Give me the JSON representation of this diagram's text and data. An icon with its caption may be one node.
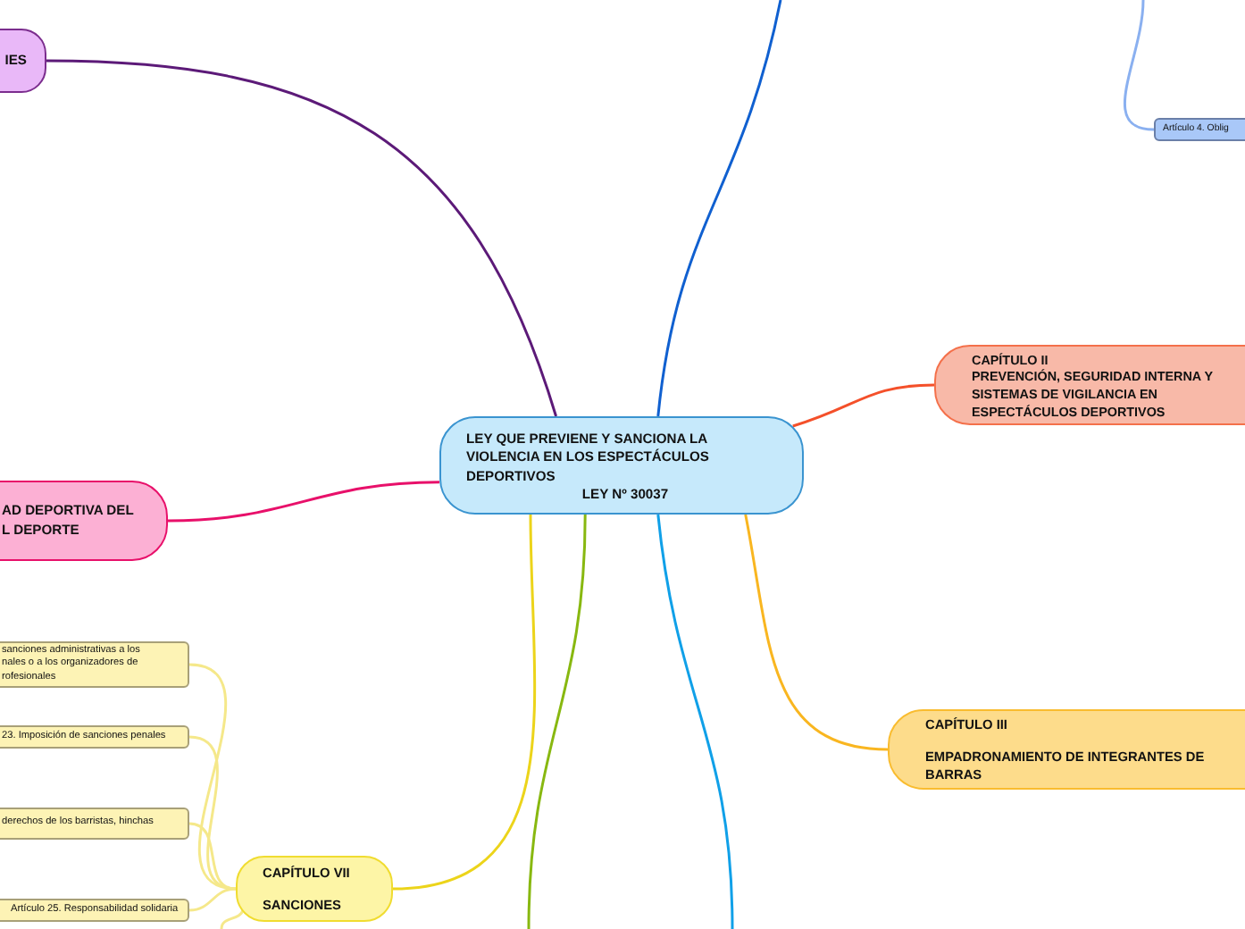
{
  "diagram": {
    "nodes": [
      {
        "text": [
          "LEY QUE PREVIENE Y SANCIONA LA VIOLENCIA EN LOS ESPECTÁCULOS DEPORTIVOS",
          "LEY Nº 30037"
        ]
      },
      {
        "text": [
          "IES"
        ]
      },
      {
        "text": [
          "CAPÍTULO II",
          "PREVENCIÓN, SEGURIDAD INTERNA Y SISTEMAS DE VIGILANCIA EN ESPECTÁCULOS DEPORTIVOS"
        ]
      },
      {
        "text": [
          "Artículo 4. Oblig"
        ]
      },
      {
        "text": [
          "AD DEPORTIVA DEL L DEPORTE"
        ]
      },
      {
        "text": [
          "CAPÍTULO III",
          "EMPADRONAMIENTO DE INTEGRANTES DE BARRAS"
        ]
      },
      {
        "text": [
          "CAPÍTULO VII",
          "SANCIONES"
        ]
      },
      {
        "text": [
          "sanciones administrativas a los nales o a los organizadores de rofesionales"
        ]
      },
      {
        "text": [
          "23. Imposición de sanciones penales"
        ]
      },
      {
        "text": [
          "derechos de los barristas, hinchas"
        ]
      },
      {
        "text": [
          "Artículo 25. Responsabilidad solidaria"
        ]
      }
    ],
    "edges": [
      {
        "from": 0,
        "to": 1,
        "arrow": "none",
        "color": "#5c1a78"
      },
      {
        "from": 0,
        "to": null,
        "arrow": "none",
        "color": "#1060d0"
      },
      {
        "from": 0,
        "to": 2,
        "arrow": "none",
        "color": "#f4502a"
      },
      {
        "from": 0,
        "to": 4,
        "arrow": "none",
        "color": "#e8106a"
      },
      {
        "from": 0,
        "to": 5,
        "arrow": "none",
        "color": "#f9b620"
      },
      {
        "from": 0,
        "to": 6,
        "arrow": "none",
        "color": "#ecd41a"
      },
      {
        "from": 0,
        "to": null,
        "arrow": "none",
        "color": "#88b810"
      },
      {
        "from": 0,
        "to": null,
        "arrow": "none",
        "color": "#10a0e8"
      },
      {
        "from": 6,
        "to": 7,
        "arrow": "none",
        "color": "#f5e88a"
      },
      {
        "from": 6,
        "to": 8,
        "arrow": "none",
        "color": "#f5e88a"
      },
      {
        "from": 6,
        "to": 9,
        "arrow": "none",
        "color": "#f5e88a"
      },
      {
        "from": 6,
        "to": 10,
        "arrow": "none",
        "color": "#f5e88a"
      },
      {
        "from": 6,
        "to": null,
        "arrow": "none",
        "color": "#f5e88a"
      },
      {
        "from": null,
        "to": 3,
        "arrow": "none",
        "color": "#8ab0f0"
      }
    ]
  }
}
